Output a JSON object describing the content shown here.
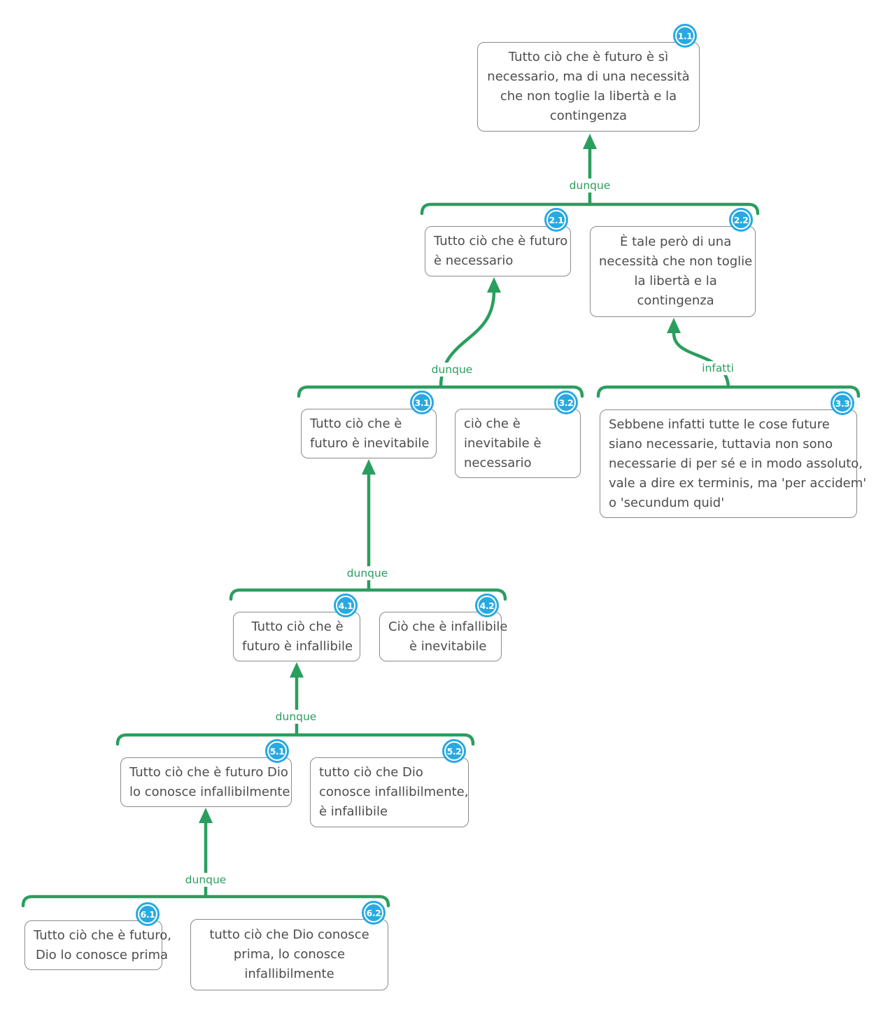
{
  "diagram": {
    "type": "argument-map",
    "language": "it",
    "colors": {
      "connector_green": "#2a9e5e",
      "badge_blue": "#29a9e1",
      "box_border_gray": "#8a8a8a",
      "text_gray": "#4d4d4d",
      "background": "#ffffff"
    },
    "nodes": [
      {
        "id": "1.1",
        "text": "Tutto ciò che è futuro è sì\nnecessario, ma di una necessità\nche non toglie la libertà e la\ncontingenza"
      },
      {
        "id": "2.1",
        "text": "Tutto ciò che è futuro\nè necessario"
      },
      {
        "id": "2.2",
        "text": "È tale però di una\nnecessità che non toglie\nla libertà e la\ncontingenza"
      },
      {
        "id": "3.1",
        "text": "Tutto ciò che è\nfuturo è inevitabile"
      },
      {
        "id": "3.2",
        "text": "ciò che è\ninevitabile è\nnecessario"
      },
      {
        "id": "3.3",
        "text": "Sebbene infatti tutte le cose future\nsiano necessarie, tuttavia non sono\nnecessarie di per sé e in modo assoluto,\nvale a dire ex terminis, ma 'per accidem'\no 'secundum quid'"
      },
      {
        "id": "4.1",
        "text": "Tutto ciò che è\nfuturo è infallibile"
      },
      {
        "id": "4.2",
        "text": "Ciò che è infallibile\nè inevitabile"
      },
      {
        "id": "5.1",
        "text": "Tutto ciò che è futuro Dio\nlo conosce infallibilmente"
      },
      {
        "id": "5.2",
        "text": "tutto ciò che Dio\nconosce infallibilmente,\nè infallibile"
      },
      {
        "id": "6.1",
        "text": "Tutto ciò che è futuro,\nDio lo conosce prima"
      },
      {
        "id": "6.2",
        "text": "tutto ciò che Dio conosce\nprima, lo conosce\ninfallibilmente"
      }
    ],
    "edges": [
      {
        "label": "dunque",
        "from": [
          "2.1",
          "2.2"
        ],
        "to": "1.1"
      },
      {
        "label": "dunque",
        "from": [
          "3.1",
          "3.2"
        ],
        "to": "2.1"
      },
      {
        "label": "infatti",
        "from": [
          "3.3"
        ],
        "to": "2.2"
      },
      {
        "label": "dunque",
        "from": [
          "4.1",
          "4.2"
        ],
        "to": "3.1"
      },
      {
        "label": "dunque",
        "from": [
          "5.1",
          "5.2"
        ],
        "to": "4.1"
      },
      {
        "label": "dunque",
        "from": [
          "6.1",
          "6.2"
        ],
        "to": "5.1"
      }
    ]
  }
}
